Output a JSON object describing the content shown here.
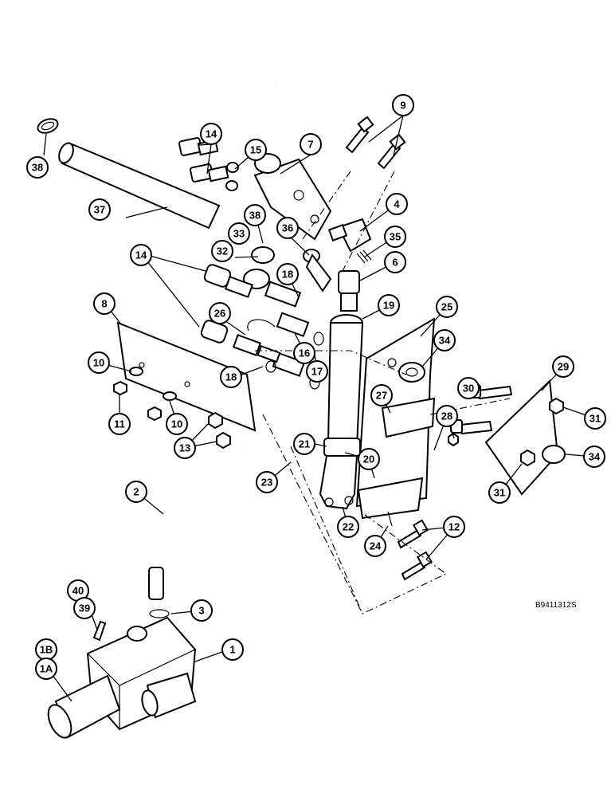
{
  "figure_ref": "B9411312S",
  "callouts": [
    "1",
    "1A",
    "1B",
    "2",
    "3",
    "4",
    "6",
    "7",
    "8",
    "9",
    "10",
    "10",
    "11",
    "12",
    "13",
    "14",
    "14",
    "15",
    "16",
    "17",
    "18",
    "18",
    "19",
    "20",
    "21",
    "22",
    "23",
    "24",
    "25",
    "26",
    "27",
    "28",
    "29",
    "30",
    "31",
    "31",
    "32",
    "33",
    "34",
    "34",
    "35",
    "36",
    "37",
    "38",
    "38",
    "39",
    "40"
  ]
}
